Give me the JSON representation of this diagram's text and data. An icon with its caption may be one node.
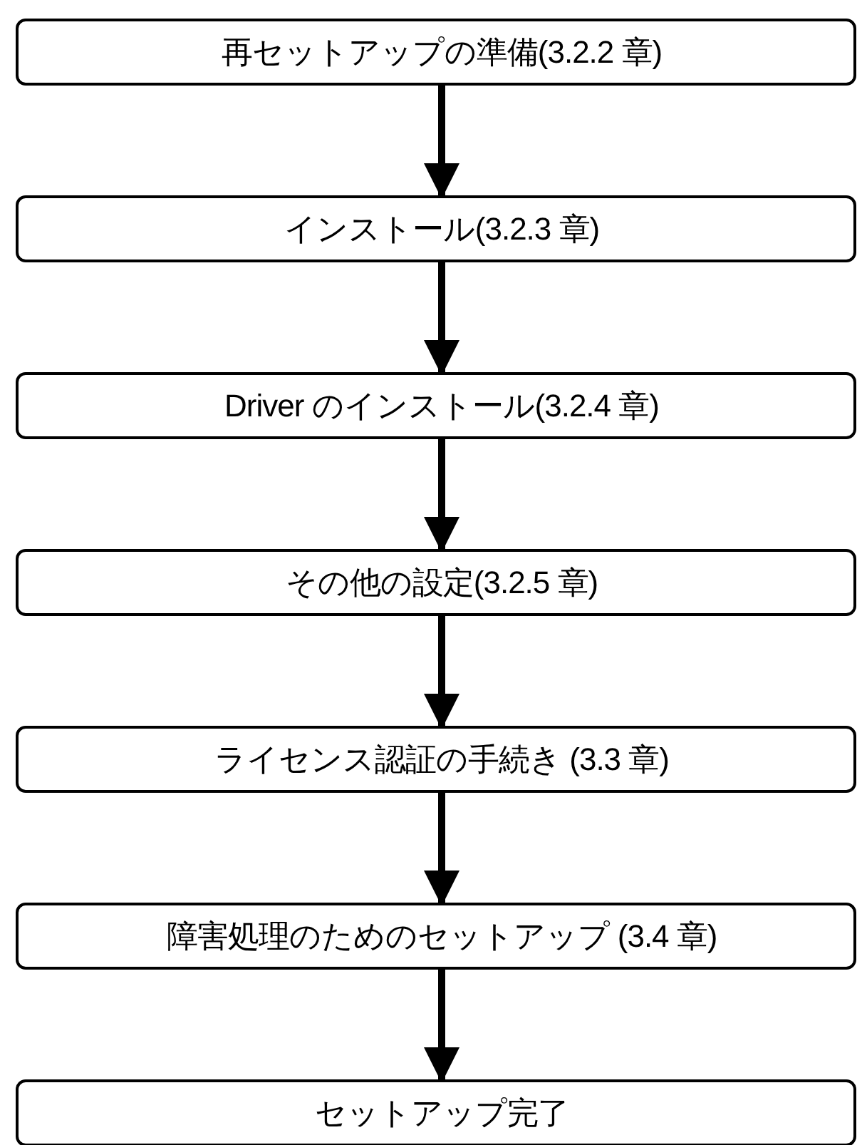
{
  "diagram": {
    "nodes": [
      {
        "text": [
          "再セットアップの準備(3.2.2 章)"
        ]
      },
      {
        "text": [
          "インストール(3.2.3 章)"
        ]
      },
      {
        "text": [
          "Driver のインストール(3.2.4 章)"
        ]
      },
      {
        "text": [
          "その他の設定(3.2.5 章)"
        ]
      },
      {
        "text": [
          "ライセンス認証の手続き (3.3 章)"
        ]
      },
      {
        "text": [
          "障害処理のためのセットアップ (3.4 章)"
        ]
      },
      {
        "text": [
          "セットアップ完了"
        ]
      }
    ],
    "edges": [
      {
        "from": 0,
        "to": 1,
        "arrow": "to"
      },
      {
        "from": 1,
        "to": 2,
        "arrow": "to"
      },
      {
        "from": 2,
        "to": 3,
        "arrow": "to"
      },
      {
        "from": 3,
        "to": 4,
        "arrow": "to"
      },
      {
        "from": 4,
        "to": 5,
        "arrow": "to"
      },
      {
        "from": 5,
        "to": 6,
        "arrow": "to"
      }
    ]
  }
}
